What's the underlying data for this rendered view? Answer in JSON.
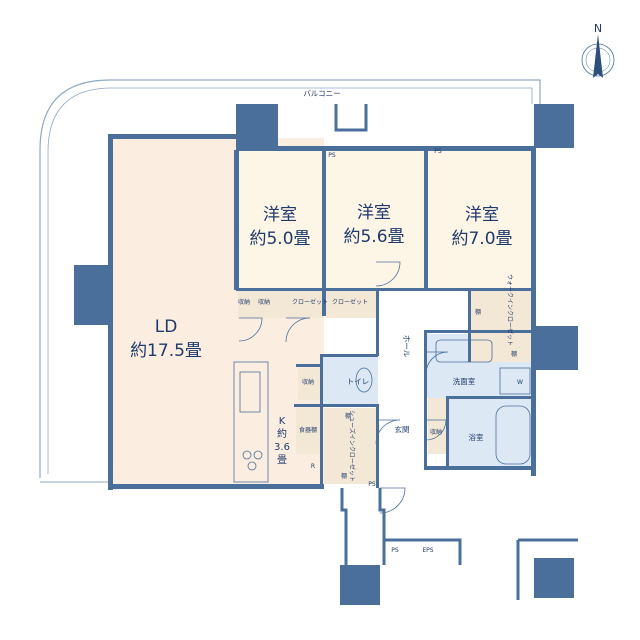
{
  "compass": {
    "north": "N"
  },
  "balcony": "バルコニー",
  "rooms": {
    "ld": {
      "name": "LD",
      "size": "約17.5畳"
    },
    "w1": {
      "name": "洋室",
      "size": "約5.0畳"
    },
    "w2": {
      "name": "洋室",
      "size": "約5.6畳"
    },
    "w3": {
      "name": "洋室",
      "size": "約7.0畳"
    },
    "k": {
      "name": "K",
      "size1": "約",
      "size2": "3.6",
      "size3": "畳"
    }
  },
  "labels": {
    "hall": "ホール",
    "toilet": "トイレ",
    "washroom": "洗面室",
    "bath": "浴室",
    "entrance": "玄関",
    "closet": "クローゼット",
    "walkin": "ウォークインクローゼット",
    "shoes": "シューズインクローゼット",
    "storage": "収納",
    "shelf": "棚",
    "cupboard": "食器棚",
    "ps": "PS",
    "eps": "EPS",
    "w": "W",
    "r": "R"
  }
}
